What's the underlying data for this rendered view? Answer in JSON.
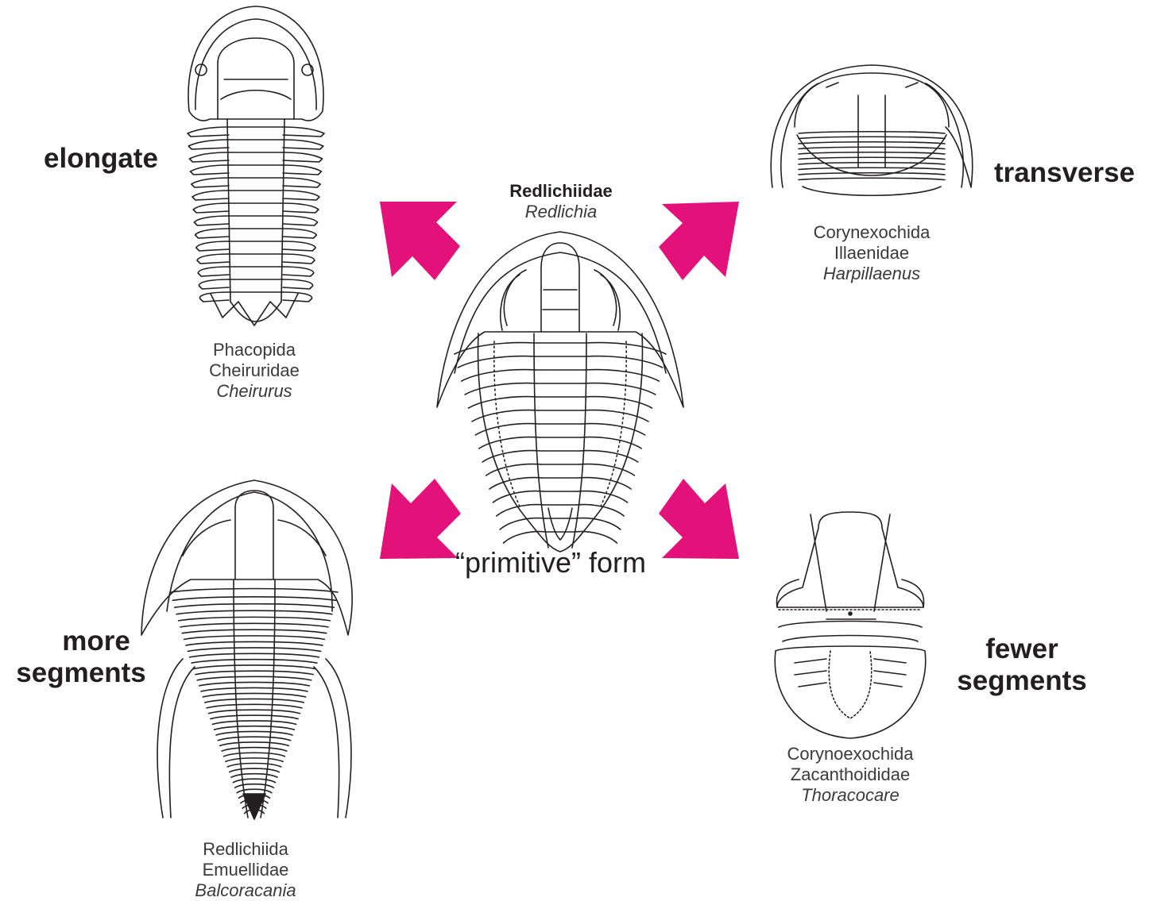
{
  "labels": {
    "elongate": "elongate",
    "transverse": "transverse",
    "more_segments": [
      "more",
      "segments"
    ],
    "fewer_segments": [
      "fewer",
      "segments"
    ],
    "primitive": "“primitive” form"
  },
  "specimens": {
    "center": {
      "family": "Redlichiidae",
      "genus": "Redlichia"
    },
    "elongate": {
      "order": "Phacopida",
      "family": "Cheiruridae",
      "genus": "Cheirurus"
    },
    "transverse": {
      "order": "Corynexochida",
      "family": "Illaenidae",
      "genus": "Harpillaenus"
    },
    "more_segments": {
      "order": "Redlichiida",
      "family": "Emuellidae",
      "genus": "Balcoracania"
    },
    "fewer_segments": {
      "order": "Corynoexochida",
      "family": "Zacanthoididae",
      "genus": "Thoracocare"
    }
  },
  "colors": {
    "arrow": "#e2127a",
    "line": "#231f20"
  },
  "arrows": [
    "arrow-up-left",
    "arrow-up-right",
    "arrow-down-left",
    "arrow-down-right"
  ]
}
